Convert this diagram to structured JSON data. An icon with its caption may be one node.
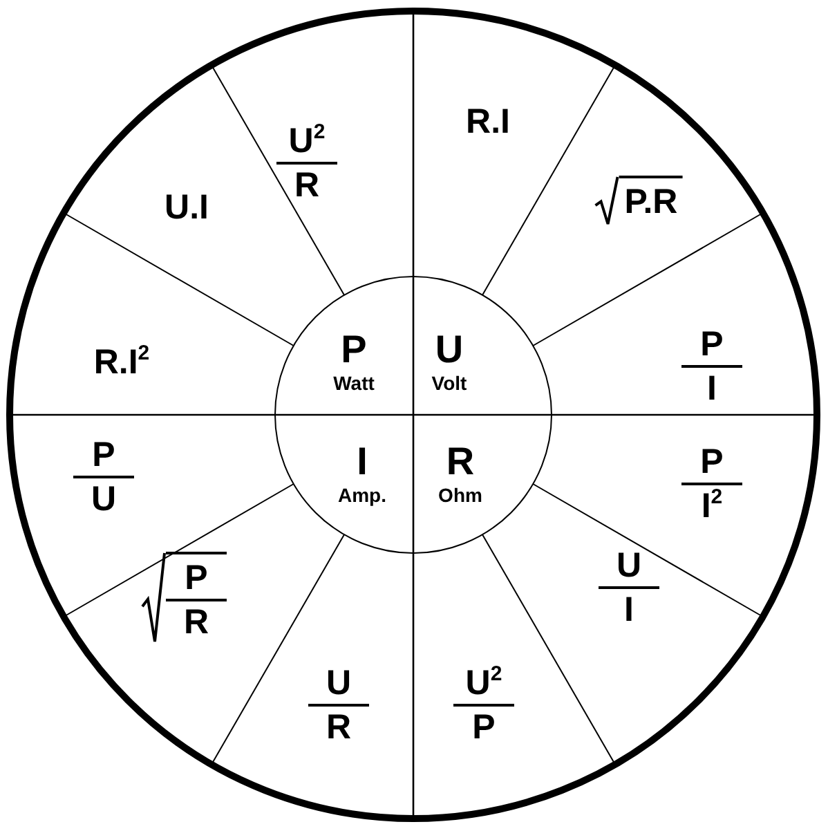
{
  "diagram": {
    "nodes": [
      {
        "text": [
          "P",
          "Watt"
        ]
      },
      {
        "text": [
          "U",
          "Volt"
        ]
      },
      {
        "text": [
          "I",
          "Amp."
        ]
      },
      {
        "text": [
          "R",
          "Ohm"
        ]
      },
      {
        "text": [
          "U$^{2}$",
          "R"
        ]
      },
      {
        "text": [
          "R.I"
        ]
      },
      {
        "text": [
          "U.I"
        ]
      },
      {
        "text": [
          "P.R"
        ]
      },
      {
        "text": [
          "R.I$^{2}$"
        ]
      },
      {
        "text": [
          "P",
          "I"
        ]
      },
      {
        "text": [
          "P",
          "U"
        ]
      },
      {
        "text": [
          "P",
          "I$^{2}$"
        ]
      },
      {
        "text": [
          "P",
          "R"
        ]
      },
      {
        "text": [
          "U",
          "I"
        ]
      },
      {
        "text": [
          "U",
          "R"
        ]
      },
      {
        "text": [
          "U$^{2}$",
          "P"
        ]
      }
    ]
  }
}
